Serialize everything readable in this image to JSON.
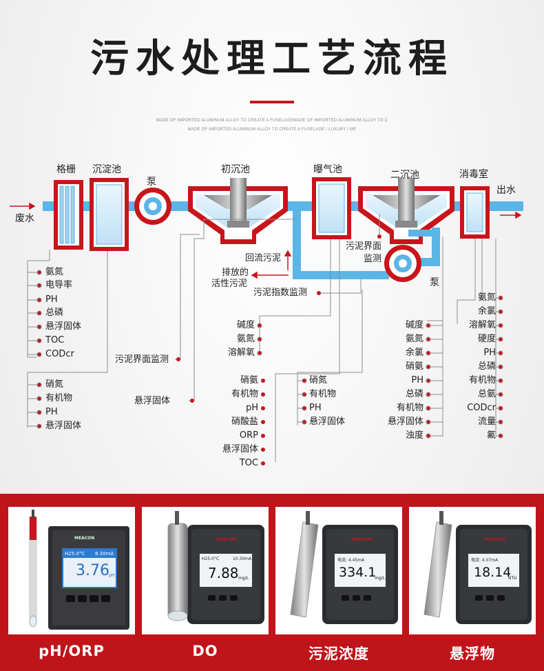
{
  "title": "污水处理工艺流程",
  "subtitle_line1": "MADE OF IMPORTED ALUMINUM ALLOY TO CREATE A FUSELAGEMADE OF IMPORTED ALUMINUM ALLOY TO C",
  "subtitle_line2": "MADE OF IMPORTED ALUMINUM ALLOY TO CREATE A FUSELAGE / LUXURY / ME",
  "colors": {
    "accent_red": "#c8151b",
    "pipe_blue": "#5bb5e6",
    "tank_blue": "#d6ecf8"
  },
  "stages": {
    "grille": "格栅",
    "settling": "沉淀池",
    "pump1": "泵",
    "primary": "初沉池",
    "aeration": "曝气池",
    "secondary": "二沉池",
    "disinfection": "消毒室",
    "outlet": "出水",
    "inlet": "废水",
    "pump2": "泵"
  },
  "flow_labels": {
    "return_sludge": "回流污泥",
    "discharge_line1": "排放的",
    "discharge_line2": "活性污泥",
    "sludge_index": "污泥指数监测",
    "sludge_interface_monitor": "污泥界面监测",
    "suspended_solids": "悬浮固体",
    "interface2_line1": "污泥界面",
    "interface2_line2": "监测"
  },
  "params": {
    "inlet_a": [
      "氨氮",
      "电导率",
      "PH",
      "总磷",
      "悬浮固体",
      "TOC",
      "CODcr"
    ],
    "inlet_b": [
      "硝氮",
      "有机物",
      "PH",
      "悬浮固体"
    ],
    "aeration_top": [
      "碱度",
      "氨氮",
      "溶解氧"
    ],
    "aeration_bottom": [
      "硝氨",
      "有机物",
      "pH",
      "硝酸盐",
      "ORP",
      "悬浮固体",
      "TOC"
    ],
    "sludge": [
      "硝氮",
      "有机物",
      "PH",
      "悬浮固体"
    ],
    "secondary": [
      "碱度",
      "氨氮",
      "余氯",
      "硝氨",
      "PH",
      "总磷",
      "有机物",
      "悬浮固体",
      "浊度"
    ],
    "outlet": [
      "氨氮",
      "余氯",
      "溶解氧",
      "硬度",
      "PH",
      "总磷",
      "有机物",
      "总氨",
      "CODcr",
      "流量",
      "氟"
    ]
  },
  "products": [
    {
      "label": "pH/ORP",
      "brand": "MEACON",
      "line": "H25.0°C",
      "aux": "8.30mA",
      "value": "3.76",
      "unit": "pH"
    },
    {
      "label": "DO",
      "brand": "MEACON",
      "line": "H25.0°C",
      "aux": "10.30mA",
      "value": "7.88",
      "unit": "mg/L"
    },
    {
      "label": "污泥浓度",
      "brand": "MEACON",
      "line": "电流: 4.45mA",
      "aux": "",
      "value": "334.1",
      "unit": "mg/L"
    },
    {
      "label": "悬浮物",
      "brand": "MEACON",
      "line": "电流: 4.07mA",
      "aux": "",
      "value": "18.14",
      "unit": "NTU"
    }
  ]
}
